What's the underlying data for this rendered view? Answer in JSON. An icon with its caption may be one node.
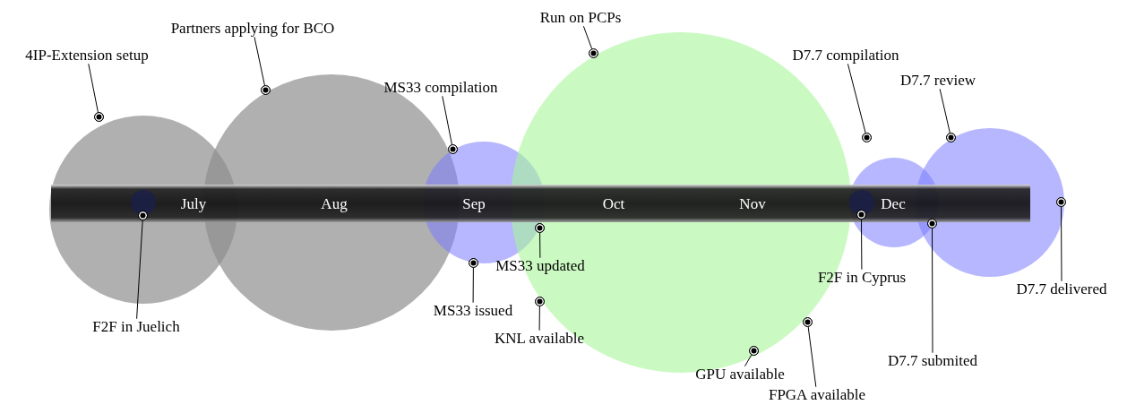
{
  "diagram": {
    "nodes": [
      {
        "text": [
          "4IP-Extension setup"
        ]
      },
      {
        "text": [
          "Partners applying for BCO"
        ]
      },
      {
        "text": [
          "MS33 compilation"
        ]
      },
      {
        "text": [
          "Run on PCPs"
        ]
      },
      {
        "text": [
          "D7.7 compilation"
        ]
      },
      {
        "text": [
          "D7.7 review"
        ]
      },
      {
        "text": [
          "F2F in Juelich"
        ]
      },
      {
        "text": [
          "MS33 issued"
        ]
      },
      {
        "text": [
          "MS33 updated"
        ]
      },
      {
        "text": [
          "KNL available"
        ]
      },
      {
        "text": [
          "GPU available"
        ]
      },
      {
        "text": [
          "FPGA available"
        ]
      },
      {
        "text": [
          "F2F in Cyprus"
        ]
      },
      {
        "text": [
          "D7.7 submited"
        ]
      },
      {
        "text": [
          "D7.7 delivered"
        ]
      },
      {
        "text": [],
        "shape": "circle"
      },
      {
        "text": [],
        "shape": "circle"
      },
      {
        "text": [],
        "shape": "circle"
      },
      {
        "text": [],
        "shape": "circle"
      },
      {
        "text": [],
        "shape": "circle"
      },
      {
        "text": [],
        "shape": "circle"
      },
      {
        "text": [],
        "shape": "circle"
      },
      {
        "text": [],
        "shape": "circle"
      },
      {
        "text": [],
        "shape": "circle"
      },
      {
        "text": [],
        "shape": "circle"
      },
      {
        "text": [],
        "shape": "circle"
      },
      {
        "text": [],
        "shape": "circle"
      },
      {
        "text": [],
        "shape": "circle"
      },
      {
        "text": [],
        "shape": "circle"
      },
      {
        "text": [],
        "shape": "circle"
      }
    ],
    "edges": [
      {
        "from": 0,
        "to": 15,
        "arrow": "none"
      },
      {
        "from": 1,
        "to": 16,
        "arrow": "none"
      },
      {
        "from": 2,
        "to": 17,
        "arrow": "none"
      },
      {
        "from": 3,
        "to": 18,
        "arrow": "none"
      },
      {
        "from": 4,
        "to": 19,
        "arrow": "none"
      },
      {
        "from": 5,
        "to": 20,
        "arrow": "none"
      },
      {
        "from": 6,
        "to": 21,
        "arrow": "none"
      },
      {
        "from": 7,
        "to": 22,
        "arrow": "none"
      },
      {
        "from": 8,
        "to": 23,
        "arrow": "none"
      },
      {
        "from": 9,
        "to": 24,
        "arrow": "none"
      },
      {
        "from": 10,
        "to": 25,
        "arrow": "none"
      },
      {
        "from": 11,
        "to": 26,
        "arrow": "none"
      },
      {
        "from": 12,
        "to": 27,
        "arrow": "none"
      },
      {
        "from": 13,
        "to": 28,
        "arrow": "none"
      },
      {
        "from": 14,
        "to": 29,
        "arrow": "none"
      }
    ],
    "labels": [
      "July",
      "Aug",
      "Sep",
      "Oct",
      "Nov",
      "Dec"
    ]
  }
}
